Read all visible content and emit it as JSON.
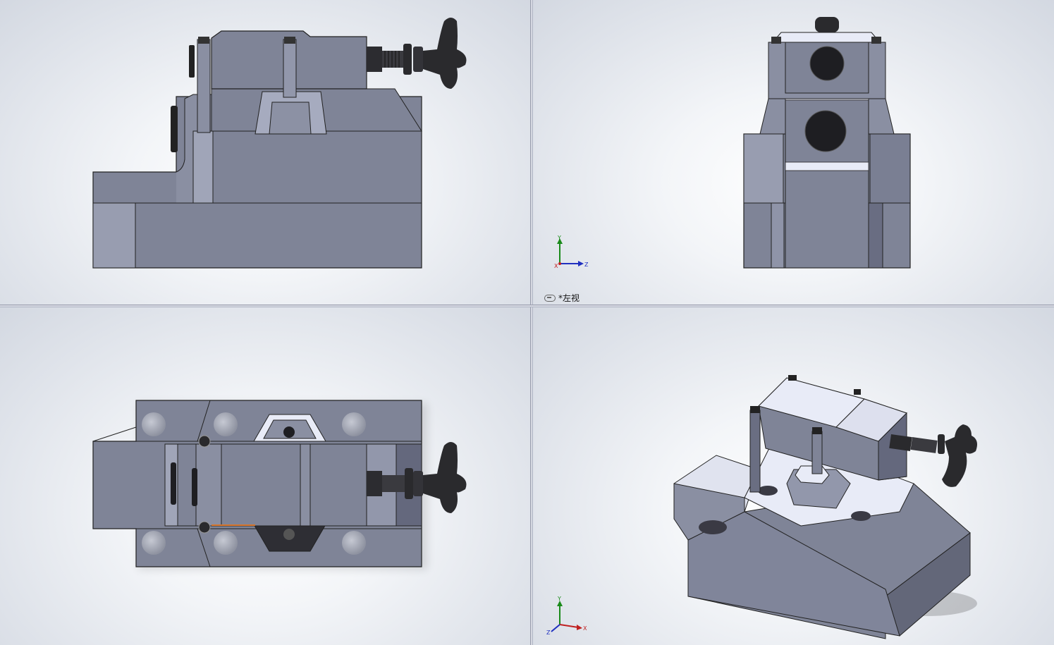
{
  "viewports": {
    "front": {
      "name": "front-view"
    },
    "left": {
      "name": "left-view",
      "label": "*左视"
    },
    "top": {
      "name": "top-view"
    },
    "iso": {
      "name": "isometric-view"
    }
  },
  "triad": {
    "x": "X",
    "y": "Y",
    "z": "Z"
  },
  "colors": {
    "body": "#7f8497",
    "body_light": "#9a9fb3",
    "body_dark": "#666a80",
    "face_bright": "#e8ebf7",
    "knob": "#2a2a2d",
    "background": "#f3f5f8"
  },
  "icons": [
    "link-icon",
    "axis-triad-icon"
  ]
}
